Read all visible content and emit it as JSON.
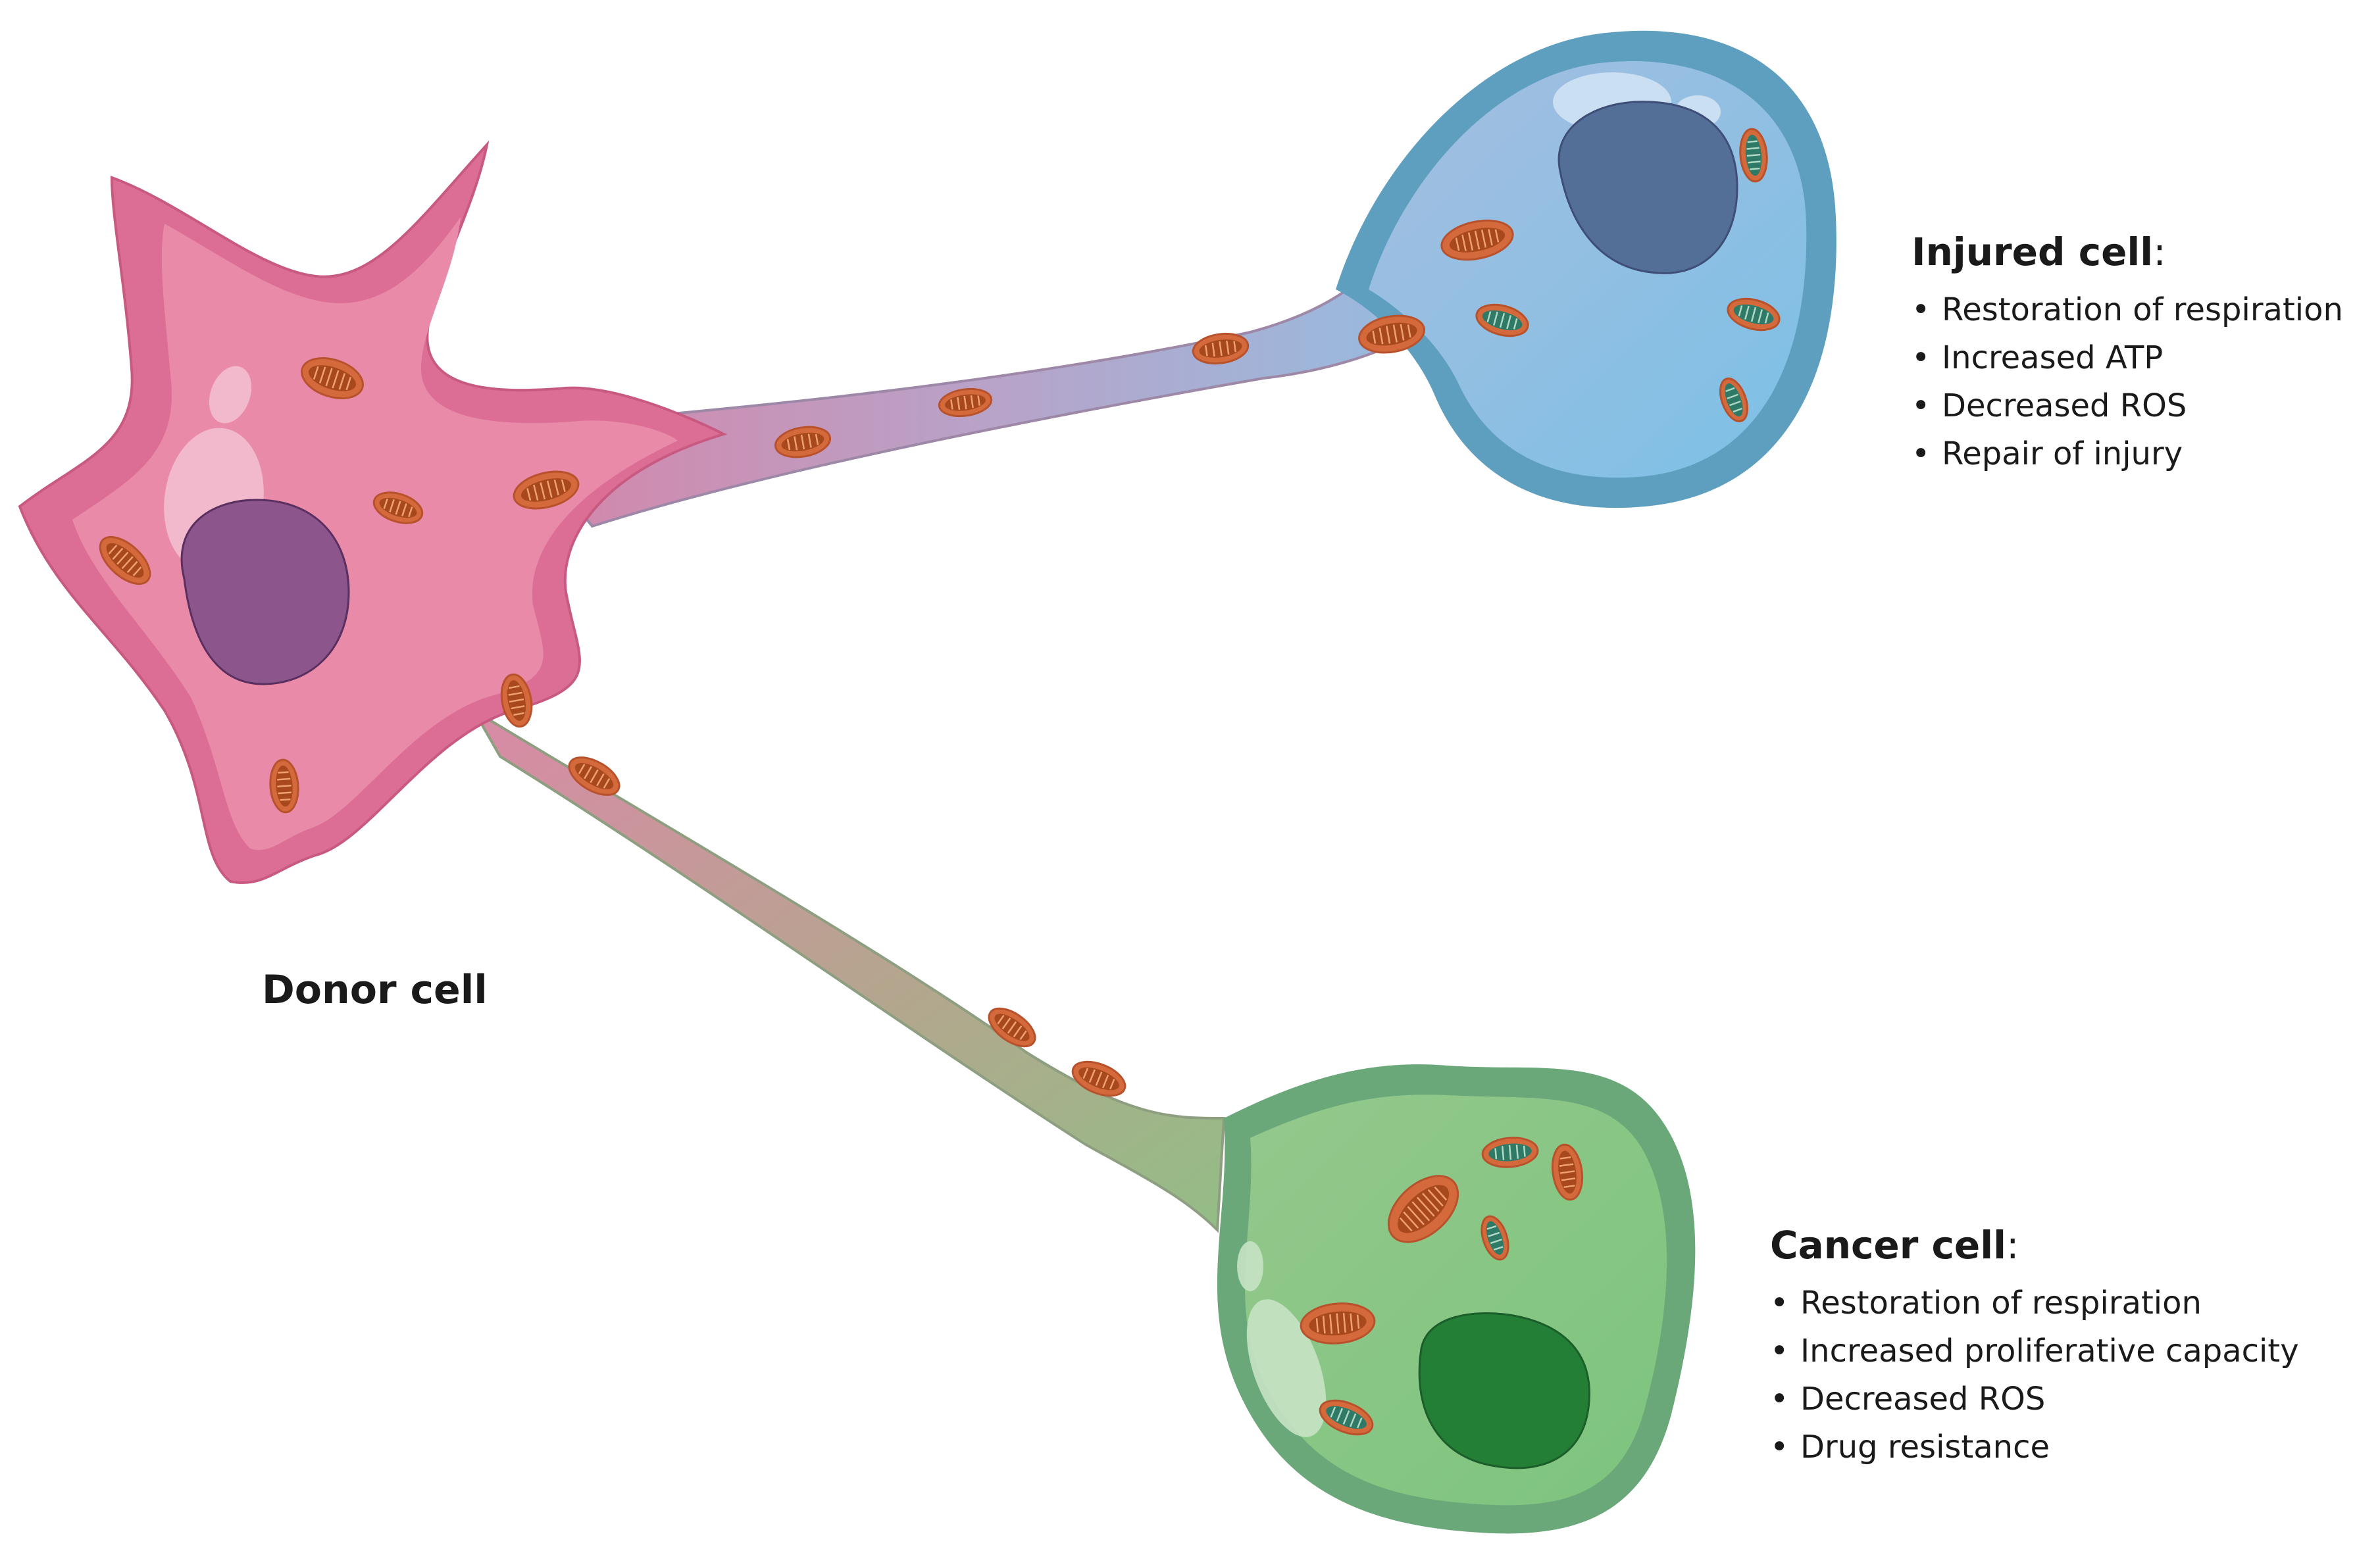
{
  "diagram": {
    "donor": {
      "label": "Donor cell",
      "membrane_color": "#d9648c",
      "cytoplasm_color": "#e88aa8",
      "nucleus_color": "#8c568d"
    },
    "injured": {
      "title": "Injured cell",
      "colon": ":",
      "effects": [
        "Restoration of respiration",
        "Increased ATP",
        "Decreased ROS",
        "Repair of injury"
      ],
      "membrane_color": "#5e9fbf",
      "cytoplasm_color": "#86c2e6",
      "nucleus_color": "#536f98"
    },
    "cancer": {
      "title": "Cancer cell",
      "colon": ":",
      "effects": [
        "Restoration of respiration",
        "Increased proliferative capacity",
        "Decreased ROS",
        "Drug resistance"
      ],
      "membrane_color": "#6aa87a",
      "cytoplasm_color": "#84c582",
      "nucleus_color": "#237f35"
    },
    "bullet_glyph": "•",
    "mitochondrion": {
      "outer_color": "#d46a3c",
      "inner_color": "#8c3a1c",
      "healthy_inner_color": "#a8481d",
      "damaged_inner_color": "#2e7a67"
    }
  }
}
